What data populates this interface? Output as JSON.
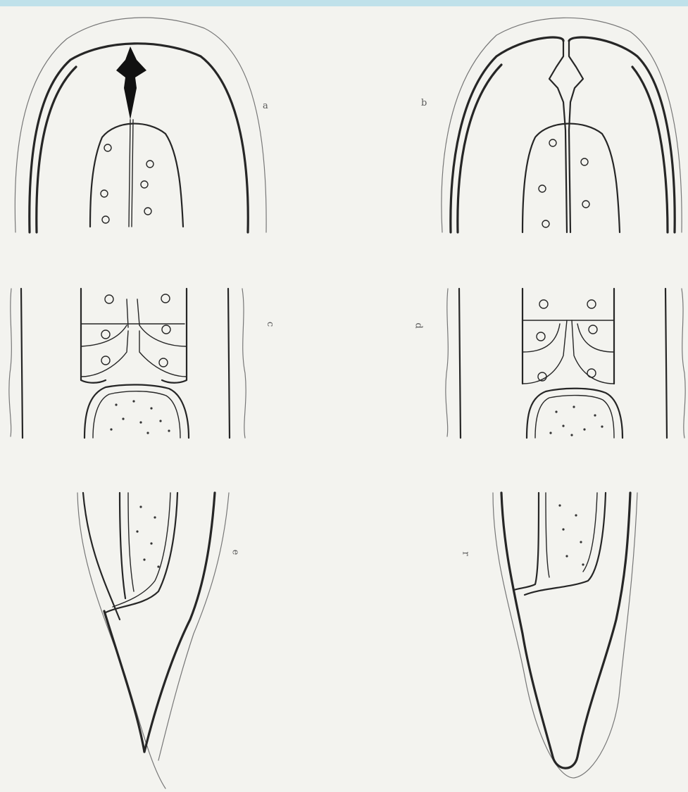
{
  "colors": {
    "top_bar": "#bfe1ea",
    "background": "#f3f3ef",
    "ink": "#262626"
  },
  "panels": [
    {
      "id": "a",
      "label": "a"
    },
    {
      "id": "b",
      "label": "b"
    },
    {
      "id": "c",
      "label": "c"
    },
    {
      "id": "d",
      "label": "d"
    },
    {
      "id": "e",
      "label": "e"
    },
    {
      "id": "f",
      "label": "r"
    }
  ]
}
